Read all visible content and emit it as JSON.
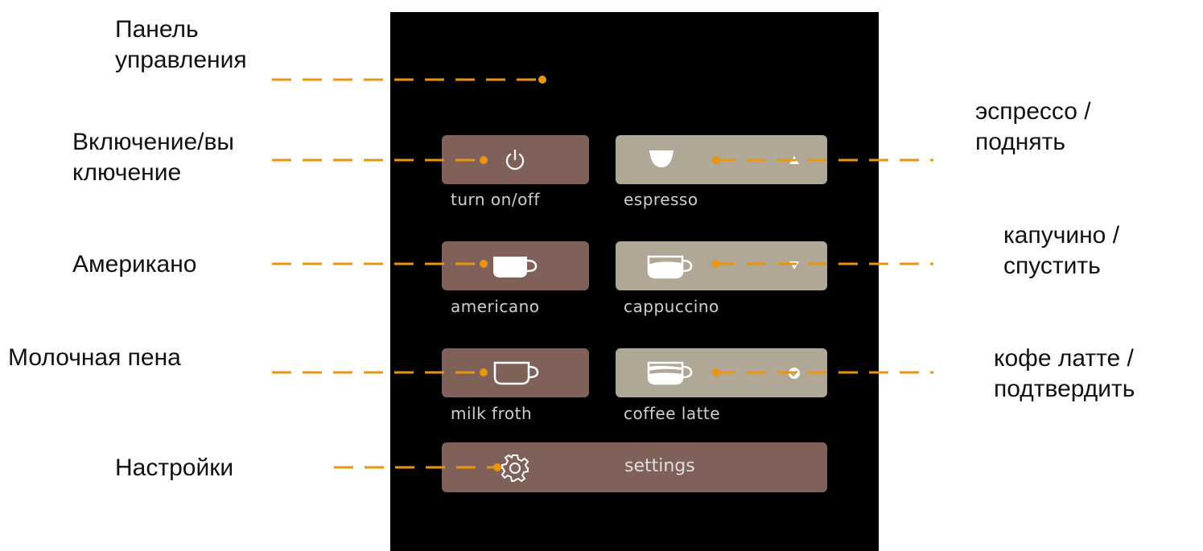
{
  "annotations": {
    "panel": [
      "Панель",
      "управления"
    ],
    "power": [
      "Включение/вы",
      "ключение"
    ],
    "americano": "Американо",
    "milk_froth": "Молочная пена",
    "settings": "Настройки",
    "espresso": [
      "эспрессо /",
      "поднять"
    ],
    "cappuccino": [
      "капучино /",
      "спустить"
    ],
    "latte": [
      "кофе латте /",
      "подтвердить"
    ]
  },
  "buttons": {
    "power": "turn on/off",
    "espresso": "espresso",
    "americano": "americano",
    "cappuccino": "cappuccino",
    "milk_froth": "milk froth",
    "latte": "coffee latte",
    "settings": "settings"
  },
  "colors": {
    "panel": "#000000",
    "button_dark": "#7f6159",
    "button_light": "#b0a796",
    "leader": "#e8960f"
  },
  "icons": {
    "power": "power-icon",
    "espresso": "espresso-cup-icon",
    "up": "arrow-up-icon",
    "americano": "americano-cup-icon",
    "cappuccino": "cappuccino-cup-icon",
    "down": "arrow-down-icon",
    "milk_froth": "milk-froth-cup-icon",
    "latte": "latte-cup-icon",
    "confirm": "confirm-icon",
    "settings": "gear-icon"
  }
}
